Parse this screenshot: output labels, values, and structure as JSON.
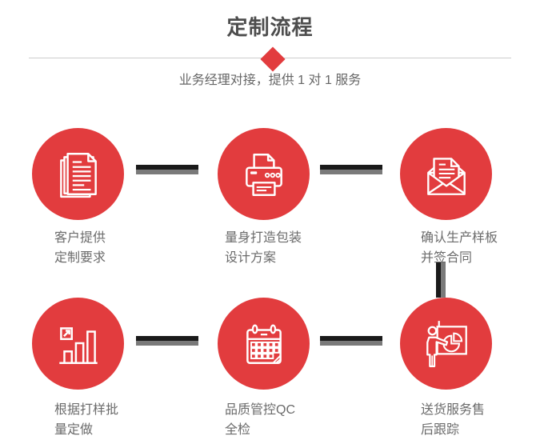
{
  "header": {
    "title": "定制流程",
    "subtitle": "业务经理对接，提供 1 对 1 服务"
  },
  "colors": {
    "accent_red": "#e23c3e",
    "title_gray": "#4d4d4d",
    "text_gray": "#6b6b6b",
    "connector_dark": "#1a1a1a",
    "connector_gray": "#7a7a7a",
    "divider_line": "#cccccc"
  },
  "steps": [
    {
      "icon": "documents-icon",
      "line1": "客户提供",
      "line2": "定制要求"
    },
    {
      "icon": "printer-icon",
      "line1": "量身打造包装",
      "line2": "设计方案"
    },
    {
      "icon": "envelope-icon",
      "line1": "确认生产样板",
      "line2": "并签合同"
    },
    {
      "icon": "bar-chart-icon",
      "line1": "根据打样批",
      "line2": "量定做"
    },
    {
      "icon": "calendar-icon",
      "line1": "品质管控QC",
      "line2": "全检"
    },
    {
      "icon": "presentation-icon",
      "line1": "送货服务售",
      "line2": "后跟踪"
    }
  ]
}
